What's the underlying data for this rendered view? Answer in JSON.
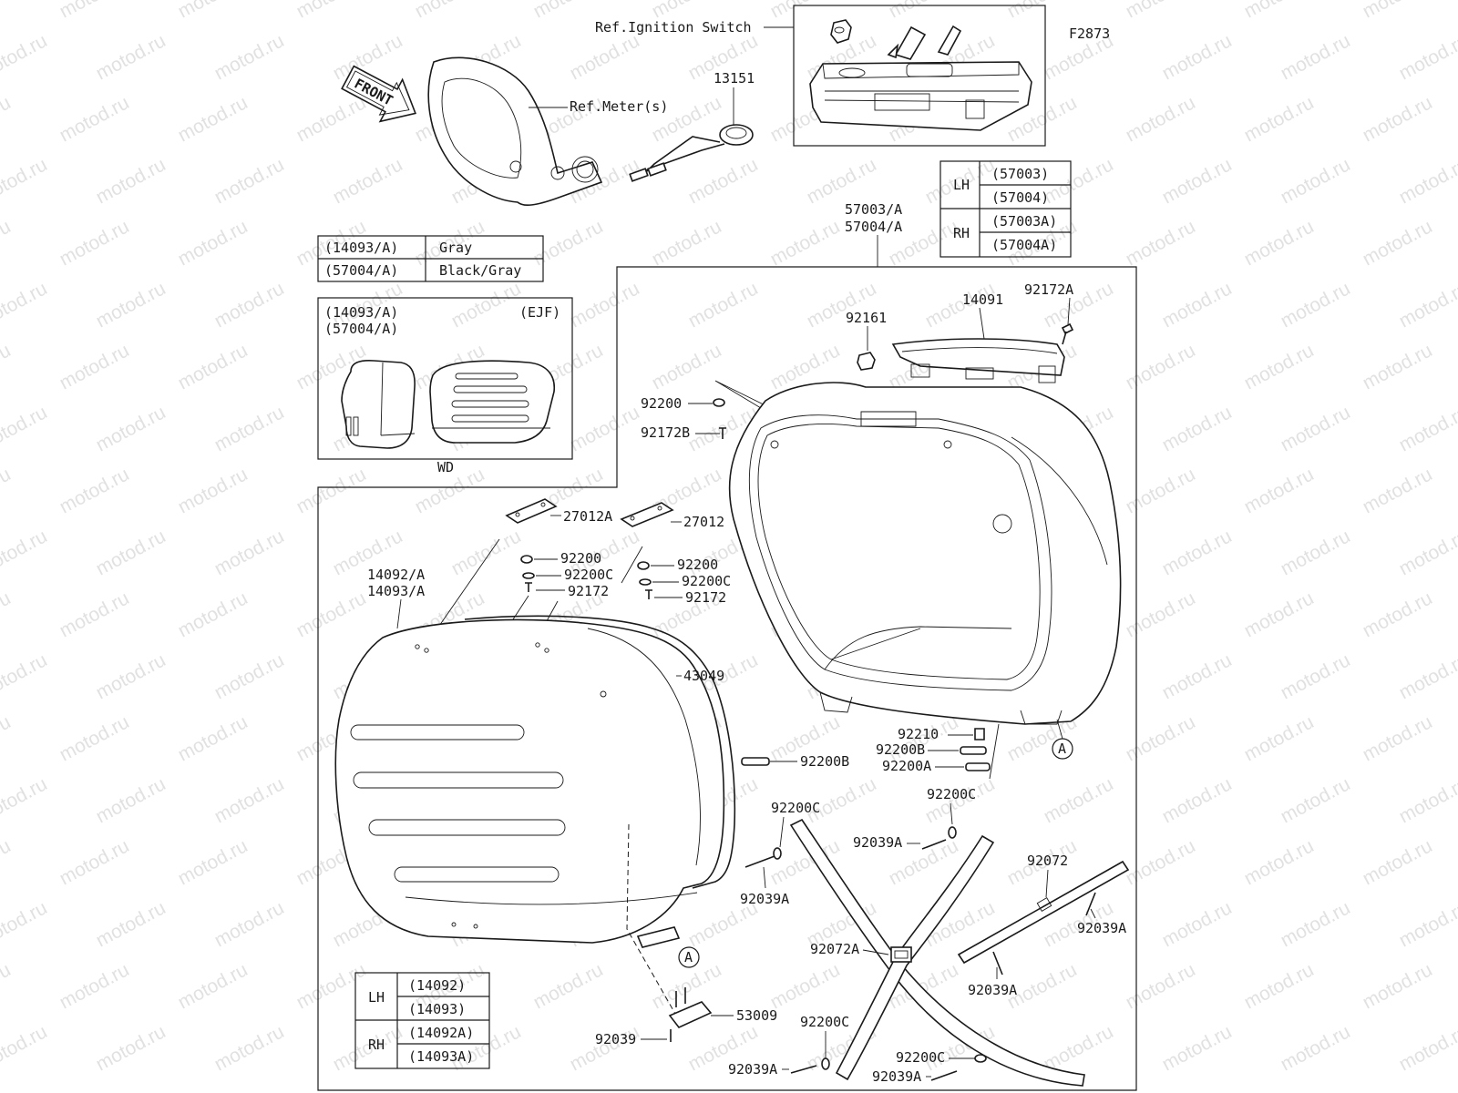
{
  "figure_id": "F2873",
  "watermark": "motod.ru",
  "front_label": "FRONT",
  "refs": {
    "ignition_switch": "Ref.Ignition Switch",
    "meters": "Ref.Meter(s)"
  },
  "part_labels": {
    "p13151": "13151",
    "p57003_57004_a": "57003/A",
    "p57003_57004_b": "57004/A",
    "p14091": "14091",
    "p92172A": "92172A",
    "p92161": "92161",
    "p92200_top": "92200",
    "p92172B": "92172B",
    "p27012A": "27012A",
    "p27012": "27012",
    "p92200_l": "92200",
    "p92200C_l": "92200C",
    "p92172_l": "92172",
    "p92200_r": "92200",
    "p92200C_r": "92200C",
    "p92172_r": "92172",
    "p14092A": "14092/A",
    "p14093A": "14093/A",
    "p43049": "43049",
    "p92210": "92210",
    "p92200B_r": "92200B",
    "p92200A": "92200A",
    "p92200B_l": "92200B",
    "p92200C_a": "92200C",
    "p92200C_b": "92200C",
    "p92039A_a": "92039A",
    "p92039A_b": "92039A",
    "p92072": "92072",
    "p92039A_c": "92039A",
    "p92072A": "92072A",
    "p92039A_d": "92039A",
    "p53009": "53009",
    "p92039": "92039",
    "p92200C_c": "92200C",
    "p92039A_e": "92039A",
    "p92200C_d": "92200C",
    "p92039A_f": "92039A",
    "callout_a": "A"
  },
  "color_table": {
    "rows": [
      {
        "part": "(14093/A)",
        "color": "Gray"
      },
      {
        "part": "(57004/A)",
        "color": "Black/Gray"
      }
    ]
  },
  "variant_box": {
    "line1": "(14093/A)",
    "line2": "(57004/A)",
    "code": "(EJF)",
    "caption": "WD"
  },
  "case_table": {
    "rows": [
      {
        "side": "LH",
        "parts": [
          "(57003)",
          "(57004)"
        ]
      },
      {
        "side": "RH",
        "parts": [
          "(57003A)",
          "(57004A)"
        ]
      }
    ]
  },
  "lid_table": {
    "rows": [
      {
        "side": "LH",
        "parts": [
          "(14092)",
          "(14093)"
        ]
      },
      {
        "side": "RH",
        "parts": [
          "(14092A)",
          "(14093A)"
        ]
      }
    ]
  }
}
